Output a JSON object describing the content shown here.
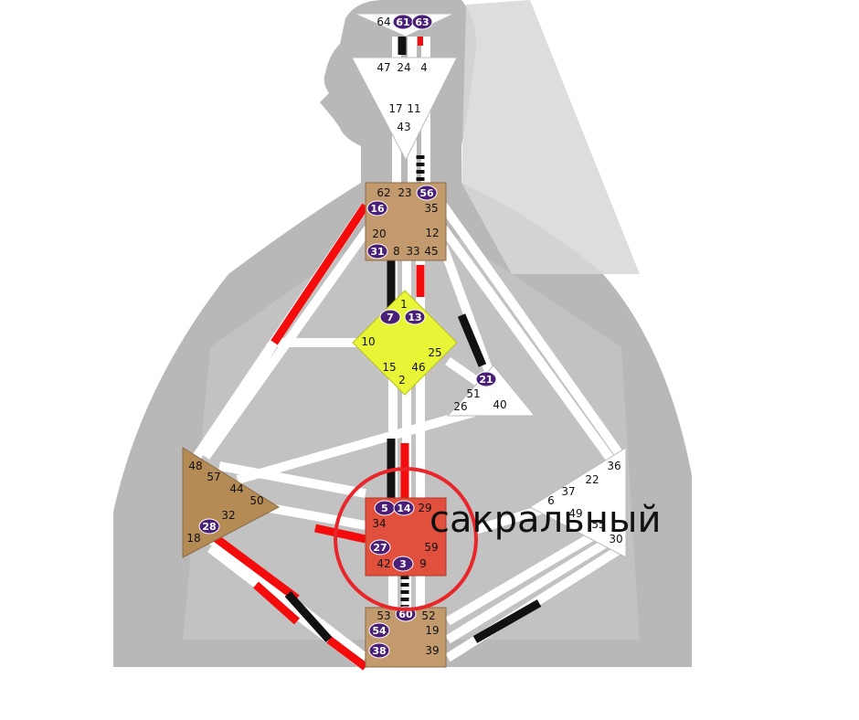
{
  "centers": {
    "head": {
      "gates": [
        "64",
        "61",
        "63"
      ],
      "activated": [
        "61",
        "63"
      ]
    },
    "ajna": {
      "gates": [
        "47",
        "24",
        "4",
        "17",
        "11",
        "43"
      ],
      "activated": []
    },
    "throat": {
      "gates": [
        "62",
        "23",
        "56",
        "16",
        "35",
        "20",
        "12",
        "31",
        "8",
        "33",
        "45"
      ],
      "activated": [
        "56",
        "16",
        "31"
      ]
    },
    "g": {
      "gates": [
        "1",
        "7",
        "13",
        "10",
        "25",
        "15",
        "46",
        "2"
      ],
      "activated": [
        "7",
        "13"
      ]
    },
    "ego": {
      "gates": [
        "21",
        "51",
        "26",
        "40"
      ],
      "activated": [
        "21"
      ]
    },
    "spleen": {
      "gates": [
        "48",
        "57",
        "44",
        "50",
        "32",
        "28",
        "18"
      ],
      "activated": [
        "28"
      ]
    },
    "sacral": {
      "gates": [
        "5",
        "14",
        "29",
        "34",
        "27",
        "59",
        "42",
        "3",
        "9"
      ],
      "activated": [
        "5",
        "14",
        "27",
        "3"
      ]
    },
    "solar": {
      "gates": [
        "36",
        "22",
        "37",
        "6",
        "49",
        "55",
        "30"
      ],
      "activated": []
    },
    "root": {
      "gates": [
        "53",
        "60",
        "52",
        "54",
        "19",
        "38",
        "39"
      ],
      "activated": [
        "60",
        "54",
        "38"
      ]
    }
  },
  "annotation": {
    "label": "сакральный",
    "color": "#e8262a"
  },
  "colors": {
    "defined": "#f40c0c",
    "personality": "#111111",
    "activation_badge": "#4a1f78",
    "silhouette": "#b9b9b9"
  }
}
